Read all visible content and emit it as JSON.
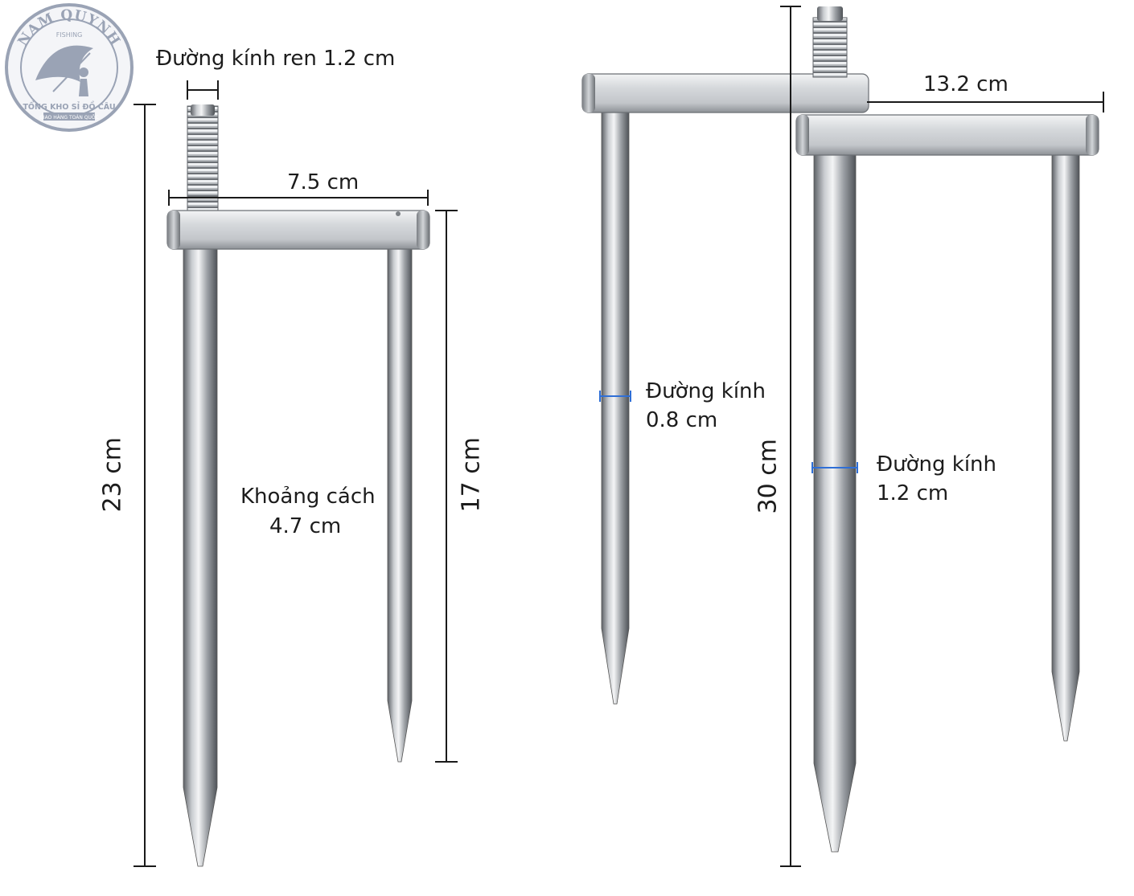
{
  "logo": {
    "brand": "NAM QUYNH",
    "sub": "FISHING",
    "tagline": "TỔNG KHO SỈ ĐỒ CÂU",
    "ribbon": "GIAO HÀNG TOÀN QUỐC",
    "color": "#9aa3b5"
  },
  "small_spike": {
    "thread_diameter": "Đường kính ren 1.2 cm",
    "bar_width": "7.5 cm",
    "long_leg": "23 cm",
    "short_leg": "17 cm",
    "gap_line1": "Khoảng cách",
    "gap_line2": "4.7 cm"
  },
  "large_spike": {
    "bar_width": "13.2 cm",
    "height": "30 cm",
    "thin_diameter_line1": "Đường kính",
    "thin_diameter_line2": "0.8 cm",
    "thick_diameter_line1": "Đường kính",
    "thick_diameter_line2": "1.2 cm"
  },
  "colors": {
    "dimension_line": "#1a1a1a",
    "diameter_marker": "#2f6fd6",
    "steel": "#a9adb2"
  }
}
